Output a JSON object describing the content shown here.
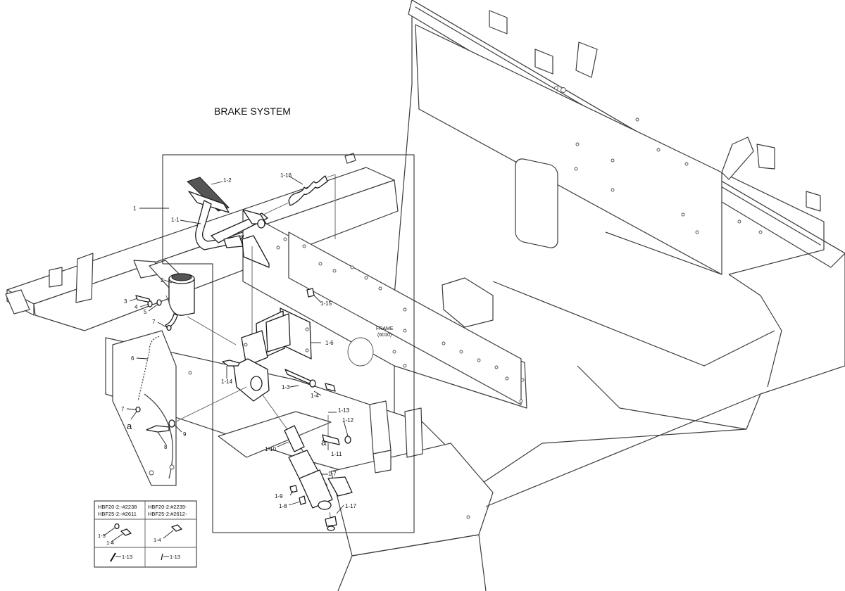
{
  "diagram": {
    "title": "BRAKE SYSTEM",
    "frame_label_line1": "FRAME",
    "frame_label_line2": "(6010)",
    "callouts": {
      "c1": "1",
      "c1_1": "1-1",
      "c1_2": "1-2",
      "c1_16": "1-16",
      "c1_15": "1-15",
      "c1_6": "1-6",
      "c1_14": "1-14",
      "c1_3": "1-3",
      "c1_4": "1-4",
      "c1_13": "1-13",
      "c1_12": "1-12",
      "c1_11": "1-11",
      "c1_10": "1-10",
      "c1_7": "1-7",
      "c1_9": "1-9",
      "c1_8": "1-8",
      "c1_17": "1-17",
      "c2": "2",
      "c3": "3",
      "c4": "4",
      "c5": "5",
      "c6": "6",
      "c7a": "7",
      "c7b": "7",
      "c8": "8",
      "c9": "9",
      "ca1": "a",
      "ca2": "a"
    },
    "variant_table": {
      "col1_line1": "HBF20-2:-#2238",
      "col1_line2": "HBF25-2:-#2611",
      "col2_line1": "HBF20-2:#2239-",
      "col2_line2": "HBF25-2:#2612-",
      "r1c1_a": "1-5",
      "r1c1_b": "1-4",
      "r1c2": "1-4",
      "r2c1": "1-13",
      "r2c2": "1-13"
    }
  }
}
